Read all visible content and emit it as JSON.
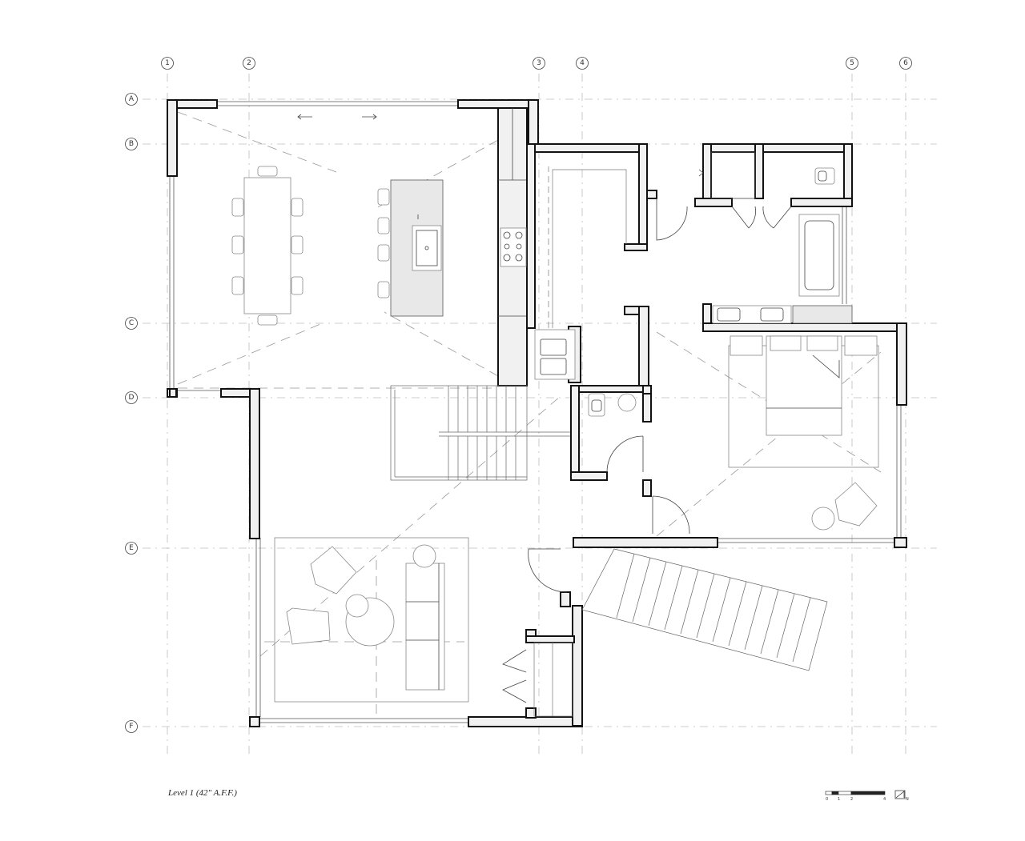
{
  "grid": {
    "columns": [
      "1",
      "2",
      "3",
      "4",
      "5",
      "6"
    ],
    "rows": [
      "A",
      "B",
      "C",
      "D",
      "E",
      "F"
    ]
  },
  "caption": "Level 1 (42\" A.F.F.)",
  "scale_bar": {
    "labels": [
      "0",
      "1",
      "2",
      "4"
    ],
    "north_label": "N"
  }
}
